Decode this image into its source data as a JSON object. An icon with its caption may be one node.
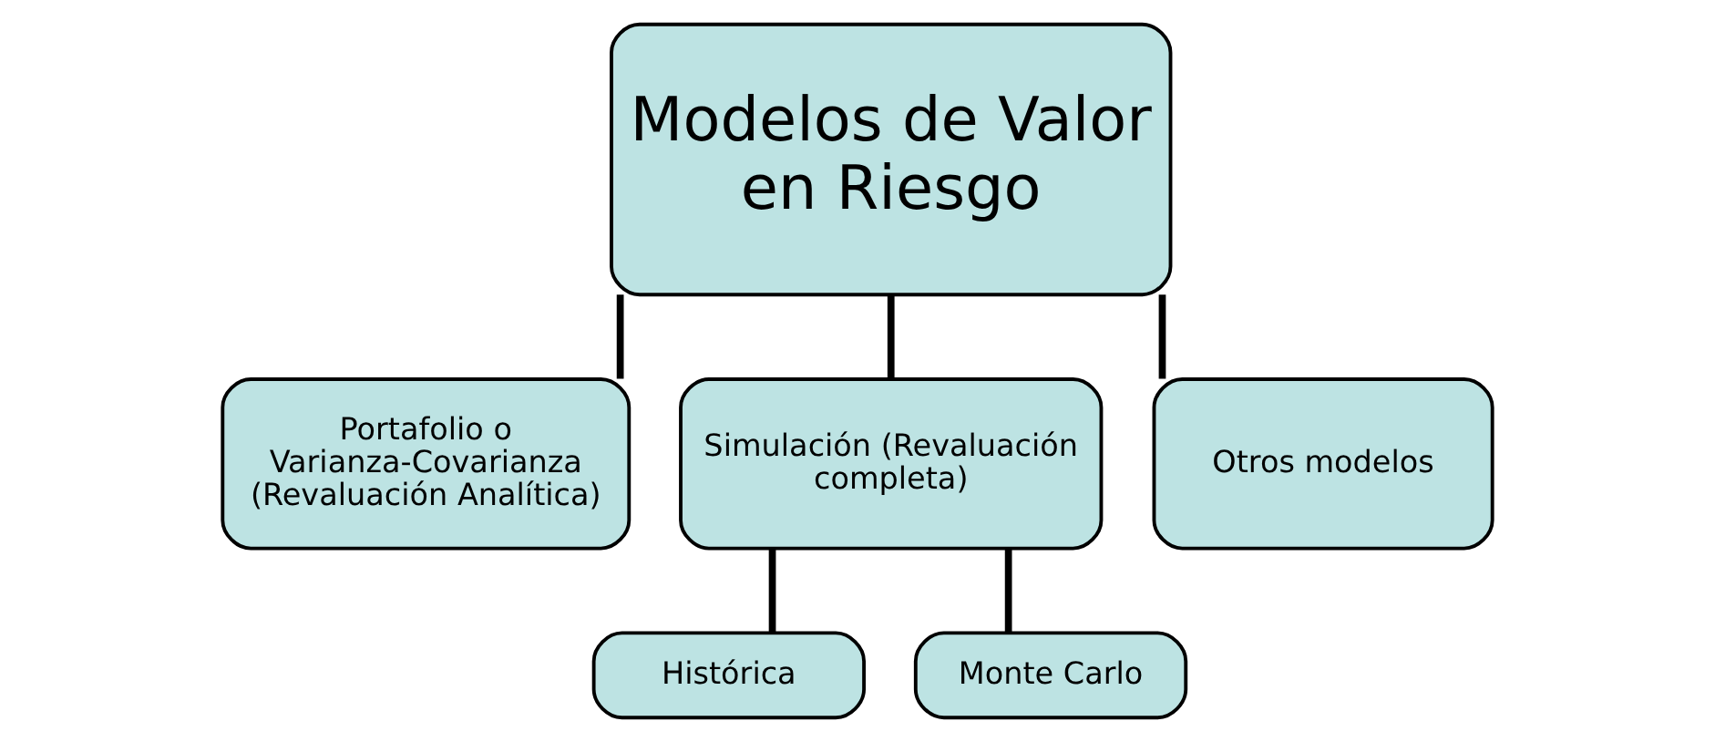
{
  "diagram": {
    "nodes": [
      {
        "text": [
          "Modelos de Valor en Riesgo"
        ]
      },
      {
        "text": [
          "Portafolio o Varianza-Covarianza (Revaluación Analítica)"
        ]
      },
      {
        "text": [
          "Simulación (Revaluación completa)"
        ]
      },
      {
        "text": [
          "Otros modelos"
        ]
      },
      {
        "text": [
          "Histórica"
        ]
      },
      {
        "text": [
          "Monte Carlo"
        ]
      }
    ],
    "edges": [
      {
        "from": 0,
        "to": 1,
        "arrow": "none"
      },
      {
        "from": 0,
        "to": 2,
        "arrow": "none"
      },
      {
        "from": 0,
        "to": 3,
        "arrow": "none"
      },
      {
        "from": 2,
        "to": 4,
        "arrow": "none"
      },
      {
        "from": 2,
        "to": 5,
        "arrow": "none"
      }
    ]
  }
}
